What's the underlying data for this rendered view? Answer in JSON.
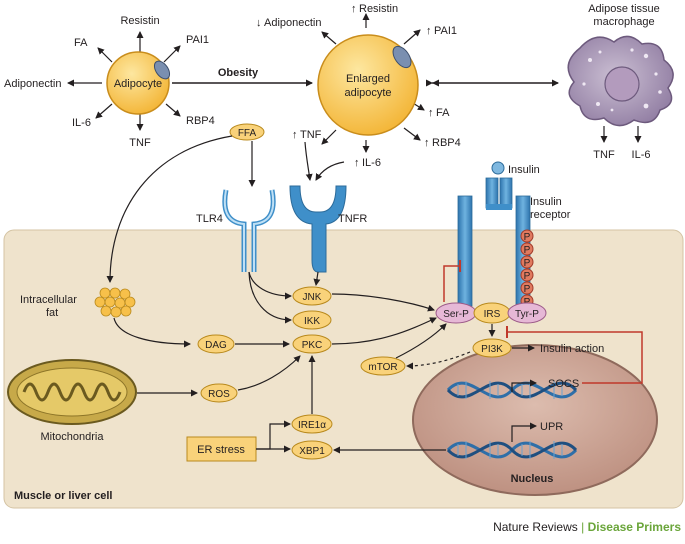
{
  "adipocyte": {
    "label": "Adipocyte",
    "outputs": [
      "Resistin",
      "PAI1",
      "RBP4",
      "TNF",
      "IL-6",
      "Adiponectin",
      "FA"
    ]
  },
  "obesity_label": "Obesity",
  "enlarged": {
    "label_line1": "Enlarged",
    "label_line2": "adipocyte",
    "adiponectin": "Adiponectin",
    "resistin": "Resistin",
    "pai1": "PAI1",
    "fa": "FA",
    "rbp4": "RBP4",
    "tnf": "TNF",
    "il6": "IL-6"
  },
  "macrophage": {
    "label_line1": "Adipose tissue",
    "label_line2": "macrophage",
    "tnf": "TNF",
    "il6": "IL-6"
  },
  "ffa_label": "FFA",
  "receptors": {
    "tlr4": "TLR4",
    "tnfr": "TNFR",
    "insulin": "Insulin",
    "insulin_receptor_line1": "Insulin",
    "insulin_receptor_line2": "receptor",
    "phospho": [
      "P",
      "P",
      "P",
      "P",
      "P",
      "P"
    ]
  },
  "cell": {
    "intracellular_fat_line1": "Intracellular",
    "intracellular_fat_line2": "fat",
    "mitochondria": "Mitochondria",
    "er_stress": "ER stress",
    "title": "Muscle or liver cell",
    "nucleus": "Nucleus"
  },
  "nodes": {
    "jnk": "JNK",
    "ikk": "IKK",
    "pkc": "PKC",
    "dag": "DAG",
    "ros": "ROS",
    "ire1a": "IRE1α",
    "xbp1": "XBP1",
    "mtor": "mTOR",
    "serp": "Ser-P",
    "irs": "IRS",
    "tyrp": "Tyr-P",
    "pi3k": "PI3K",
    "insulin_action": "Insulin action",
    "socs": "SOCS",
    "upr": "UPR"
  },
  "footer": {
    "brand": "Nature Reviews",
    "separator": "|",
    "brand2": "Disease Primers"
  },
  "colors": {
    "adipocyte": "#f7c04a",
    "node_fill": "#f9d27a",
    "cell_bg": "#efe3cc",
    "receptor_blue": "#3f8fc9",
    "macrophage": "#a796b3",
    "nucleus": "#c9a293",
    "inhibit_red": "#c0392b",
    "phospho_red": "#e07a5f",
    "brand_green": "#6aa53a"
  }
}
